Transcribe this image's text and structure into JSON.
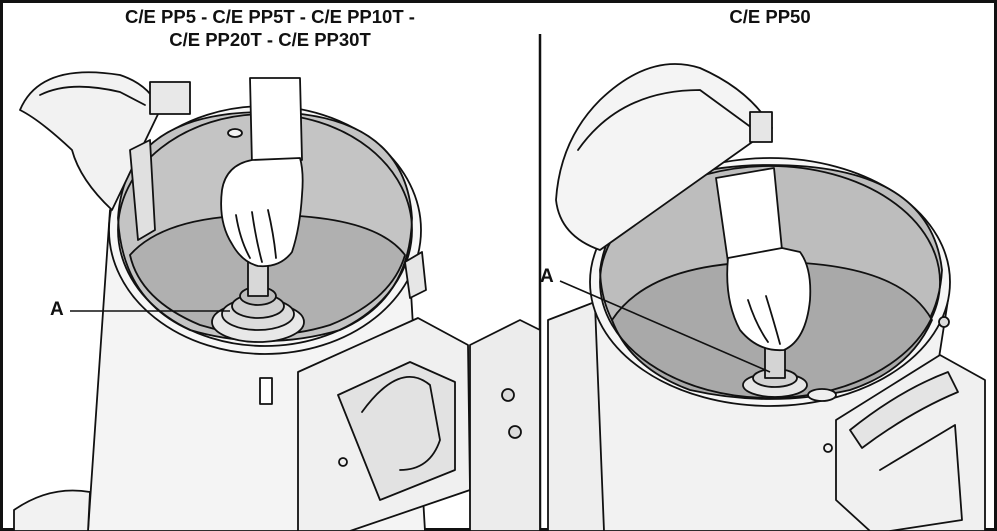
{
  "panels": {
    "left": {
      "title_line1": "C/E PP5 - C/E PP5T - C/E PP10T -",
      "title_line2": "C/E PP20T - C/E PP30T",
      "callout": "A"
    },
    "right": {
      "title": "C/E PP50",
      "callout": "A"
    }
  },
  "colors": {
    "line": "#111111",
    "background": "#ffffff",
    "bowl_interior": "#c4c4c4",
    "bowl_shadow": "#9a9a9a",
    "machine_body": "#f2f2f2"
  }
}
